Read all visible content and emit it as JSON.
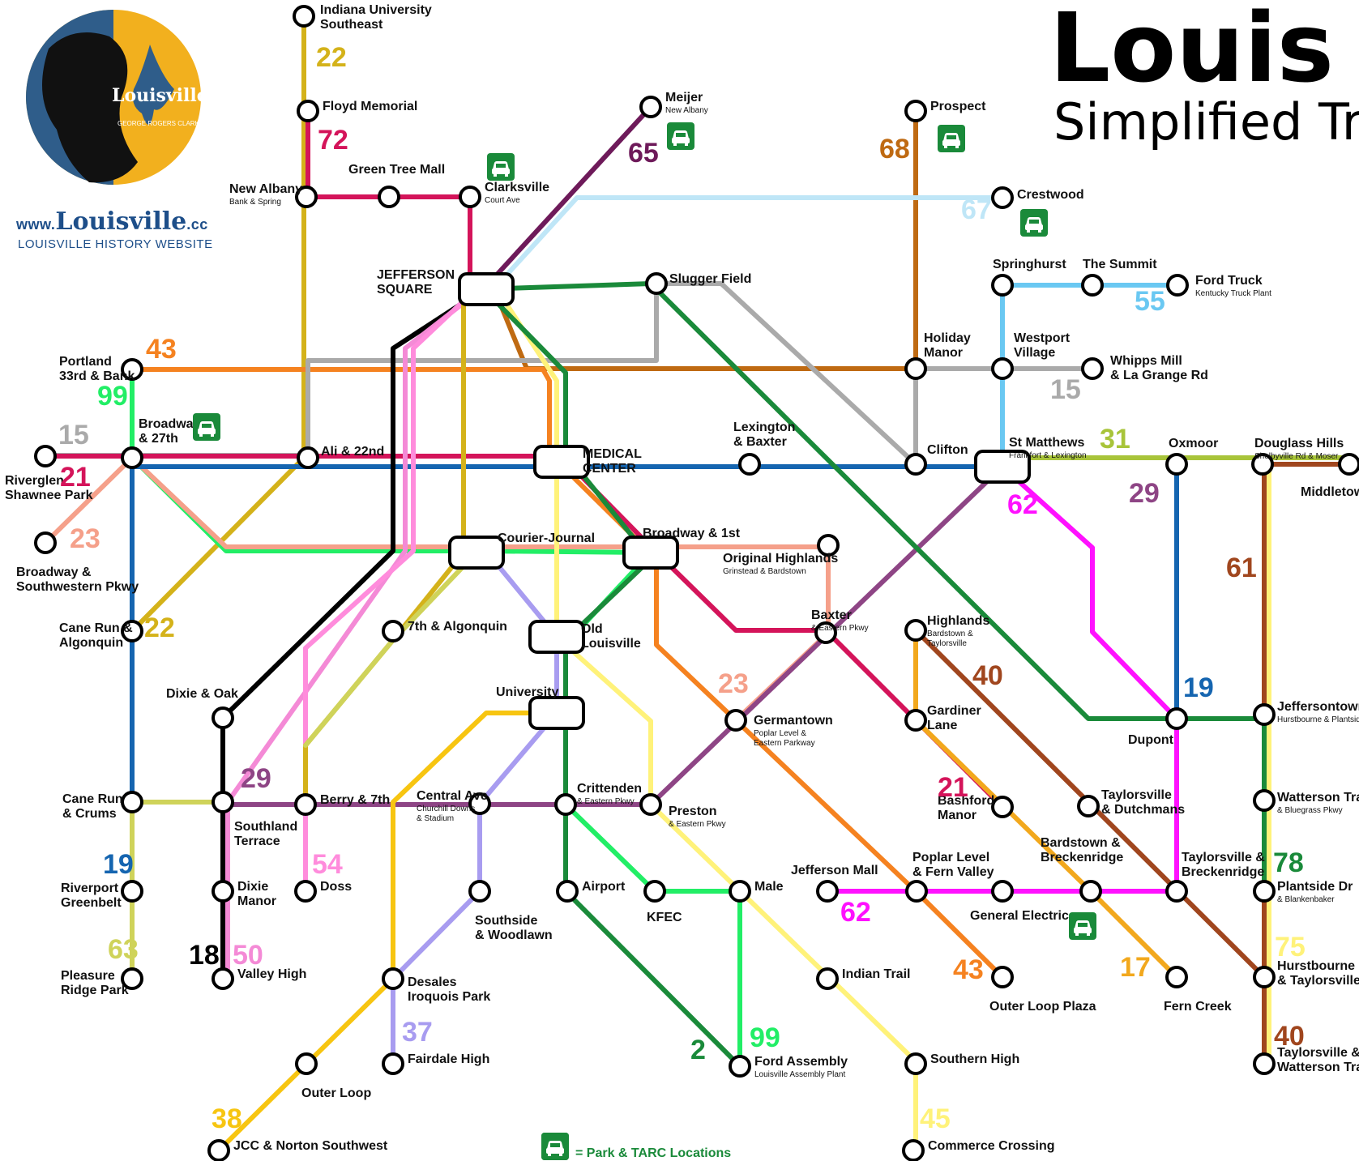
{
  "title": "Louis",
  "subtitle": "Simplified Tr",
  "legend_label": "= Park & TARC Locations",
  "branding": {
    "logo_text": "Louisville",
    "logo_caption": "GEORGE ROGERS CLARK",
    "site_prefix": "www.",
    "site_name": "Louisville",
    "site_suffix": ".cc",
    "site_sub": "LOUISVILLE HISTORY WEBSITE"
  },
  "colors": {
    "2": "#1a8a3a",
    "17": "#f2a81d",
    "18": "#000000",
    "19": "#1565b0",
    "21": "#d4145a",
    "22": "#d4b21a",
    "23": "#f5a08a",
    "29": "#8e4585",
    "31": "#a8c43a",
    "37": "#a89cf0",
    "38": "#f7c511",
    "40": "#a0461e",
    "43": "#f58220",
    "45": "#fff27a",
    "50": "#f48ad6",
    "54": "#ff8cdc",
    "55": "#6ac8f2",
    "61": "#a0461e",
    "62": "#ff11ff",
    "63": "#cfd35a",
    "65": "#6e1a5a",
    "67": "#bfe6f7",
    "68": "#bf6a12",
    "72": "#d4145a",
    "75": "#fff27a",
    "78": "#1a8a3a",
    "99": "#22ee66",
    "15": "#aaaaaa",
    "23b": "#f5a08a"
  },
  "stations": [
    {
      "id": "indiana-university-southeast",
      "lines": [
        "Indiana University",
        "Southeast"
      ],
      "sub": []
    },
    {
      "id": "floyd-memorial",
      "lines": [
        "Floyd Memorial"
      ],
      "sub": []
    },
    {
      "id": "new-albany",
      "lines": [
        "New Albany"
      ],
      "sub": [
        "Bank & Spring"
      ]
    },
    {
      "id": "green-tree-mall",
      "lines": [
        "Green Tree Mall"
      ],
      "sub": []
    },
    {
      "id": "clarksville",
      "lines": [
        "Clarksville"
      ],
      "sub": [
        "Court Ave"
      ]
    },
    {
      "id": "meijer",
      "lines": [
        "Meijer"
      ],
      "sub": [
        "New Albany"
      ]
    },
    {
      "id": "prospect",
      "lines": [
        "Prospect"
      ],
      "sub": []
    },
    {
      "id": "crestwood",
      "lines": [
        "Crestwood"
      ],
      "sub": []
    },
    {
      "id": "jefferson-square",
      "lines": [
        "JEFFERSON",
        "SQUARE"
      ],
      "sub": []
    },
    {
      "id": "slugger-field",
      "lines": [
        "Slugger Field"
      ],
      "sub": []
    },
    {
      "id": "springhurst",
      "lines": [
        "Springhurst"
      ],
      "sub": []
    },
    {
      "id": "the-summit",
      "lines": [
        "The Summit"
      ],
      "sub": []
    },
    {
      "id": "ford-truck",
      "lines": [
        "Ford Truck"
      ],
      "sub": [
        "Kentucky Truck Plant"
      ]
    },
    {
      "id": "portland",
      "lines": [
        "Portland",
        "33rd & Bank"
      ],
      "sub": []
    },
    {
      "id": "holiday-manor",
      "lines": [
        "Holiday",
        "Manor"
      ],
      "sub": []
    },
    {
      "id": "westport-village",
      "lines": [
        "Westport",
        "Village"
      ],
      "sub": []
    },
    {
      "id": "whipps-mill",
      "lines": [
        "Whipps Mill",
        "& La Grange Rd"
      ],
      "sub": []
    },
    {
      "id": "broadway-27th",
      "lines": [
        "Broadway",
        "& 27th"
      ],
      "sub": []
    },
    {
      "id": "riverglen",
      "lines": [
        "Riverglen",
        "Shawnee Park"
      ],
      "sub": []
    },
    {
      "id": "ali-22nd",
      "lines": [
        "Ali & 22nd"
      ],
      "sub": []
    },
    {
      "id": "medical-center",
      "lines": [
        "MEDICAL",
        "CENTER"
      ],
      "sub": []
    },
    {
      "id": "lexington-baxter",
      "lines": [
        "Lexington",
        "& Baxter"
      ],
      "sub": []
    },
    {
      "id": "clifton",
      "lines": [
        "Clifton"
      ],
      "sub": []
    },
    {
      "id": "st-matthews",
      "lines": [
        "St Matthews"
      ],
      "sub": [
        "Frankfort & Lexington"
      ]
    },
    {
      "id": "oxmoor",
      "lines": [
        "Oxmoor"
      ],
      "sub": []
    },
    {
      "id": "douglass-hills",
      "lines": [
        "Douglass Hills"
      ],
      "sub": [
        "Shelbyville Rd & Moser"
      ]
    },
    {
      "id": "middletown",
      "lines": [
        "Middletown"
      ],
      "sub": []
    },
    {
      "id": "broadway-southwestern",
      "lines": [
        "Broadway &",
        "Southwestern Pkwy"
      ],
      "sub": []
    },
    {
      "id": "courier-journal",
      "lines": [
        "Courier-Journal"
      ],
      "sub": []
    },
    {
      "id": "broadway-1st",
      "lines": [
        "Broadway & 1st"
      ],
      "sub": []
    },
    {
      "id": "original-highlands",
      "lines": [
        "Original Highlands"
      ],
      "sub": [
        "Grinstead & Bardstown"
      ]
    },
    {
      "id": "cane-run-algonquin",
      "lines": [
        "Cane Run &",
        "Algonquin"
      ],
      "sub": []
    },
    {
      "id": "7th-algonquin",
      "lines": [
        "7th & Algonquin"
      ],
      "sub": []
    },
    {
      "id": "old-louisville",
      "lines": [
        "Old",
        "Louisville"
      ],
      "sub": []
    },
    {
      "id": "highlands",
      "lines": [
        "Highlands"
      ],
      "sub": [
        "Bardstown &",
        "Taylorsville"
      ]
    },
    {
      "id": "baxter",
      "lines": [
        "Baxter"
      ],
      "sub": [
        "& Eastern Pkwy"
      ]
    },
    {
      "id": "dixie-oak",
      "lines": [
        "Dixie & Oak"
      ],
      "sub": []
    },
    {
      "id": "university",
      "lines": [
        "University"
      ],
      "sub": []
    },
    {
      "id": "germantown",
      "lines": [
        "Germantown"
      ],
      "sub": [
        "Poplar Level &",
        "Eastern Parkway"
      ]
    },
    {
      "id": "gardiner-lane",
      "lines": [
        "Gardiner",
        "Lane"
      ],
      "sub": []
    },
    {
      "id": "dupont",
      "lines": [
        "Dupont"
      ],
      "sub": []
    },
    {
      "id": "jeffersontown",
      "lines": [
        "Jeffersontown"
      ],
      "sub": [
        "Hurstbourne & Plantside"
      ]
    },
    {
      "id": "crittenden",
      "lines": [
        "Crittenden"
      ],
      "sub": [
        "& Eastern Pkwy"
      ]
    },
    {
      "id": "cane-run-crums",
      "lines": [
        "Cane Run",
        "& Crums"
      ],
      "sub": []
    },
    {
      "id": "southland-terrace",
      "lines": [
        "Southland",
        "Terrace"
      ],
      "sub": []
    },
    {
      "id": "berry-7th",
      "lines": [
        "Berry & 7th"
      ],
      "sub": []
    },
    {
      "id": "central-ave",
      "lines": [
        "Central Ave"
      ],
      "sub": [
        "Churchill Downs",
        "& Stadium"
      ]
    },
    {
      "id": "preston",
      "lines": [
        "Preston"
      ],
      "sub": [
        "& Eastern Pkwy"
      ]
    },
    {
      "id": "bashford-manor",
      "lines": [
        "Bashford",
        "Manor"
      ],
      "sub": []
    },
    {
      "id": "taylorsville-dutchmans",
      "lines": [
        "Taylorsville",
        "& Dutchmans"
      ],
      "sub": []
    },
    {
      "id": "watterson-trail",
      "lines": [
        "Watterson Trail"
      ],
      "sub": [
        "& Bluegrass Pkwy"
      ]
    },
    {
      "id": "riverport-greenbelt",
      "lines": [
        "Riverport",
        "Greenbelt"
      ],
      "sub": []
    },
    {
      "id": "dixie-manor",
      "lines": [
        "Dixie",
        "Manor"
      ],
      "sub": []
    },
    {
      "id": "doss",
      "lines": [
        "Doss"
      ],
      "sub": []
    },
    {
      "id": "southside-woodlawn",
      "lines": [
        "Southside",
        "& Woodlawn"
      ],
      "sub": []
    },
    {
      "id": "airport",
      "lines": [
        "Airport"
      ],
      "sub": []
    },
    {
      "id": "kfec",
      "lines": [
        "KFEC"
      ],
      "sub": []
    },
    {
      "id": "male",
      "lines": [
        "Male"
      ],
      "sub": []
    },
    {
      "id": "jefferson-mall",
      "lines": [
        "Jefferson Mall"
      ],
      "sub": []
    },
    {
      "id": "poplar-level-fern-valley",
      "lines": [
        "Poplar Level",
        "& Fern Valley"
      ],
      "sub": []
    },
    {
      "id": "general-electric",
      "lines": [
        "General Electric"
      ],
      "sub": []
    },
    {
      "id": "bardstown-breckenridge",
      "lines": [
        "Bardstown &",
        "Breckenridge"
      ],
      "sub": []
    },
    {
      "id": "taylorsville-breckenridge",
      "lines": [
        "Taylorsville &",
        "Breckenridge"
      ],
      "sub": []
    },
    {
      "id": "plantside-dr",
      "lines": [
        "Plantside Dr"
      ],
      "sub": [
        "& Blankenbaker"
      ]
    },
    {
      "id": "pleasure-ridge-park",
      "lines": [
        "Pleasure",
        "Ridge Park"
      ],
      "sub": []
    },
    {
      "id": "valley-high",
      "lines": [
        "Valley High"
      ],
      "sub": []
    },
    {
      "id": "desales",
      "lines": [
        "Desales",
        "Iroquois Park"
      ],
      "sub": []
    },
    {
      "id": "indian-trail",
      "lines": [
        "Indian Trail"
      ],
      "sub": []
    },
    {
      "id": "outer-loop-plaza",
      "lines": [
        "Outer Loop Plaza"
      ],
      "sub": []
    },
    {
      "id": "fern-creek",
      "lines": [
        "Fern Creek"
      ],
      "sub": []
    },
    {
      "id": "hurstbourne-taylorsville",
      "lines": [
        "Hurstbourne",
        "& Taylorsville"
      ],
      "sub": []
    },
    {
      "id": "outer-loop",
      "lines": [
        "Outer Loop"
      ],
      "sub": []
    },
    {
      "id": "fairdale-high",
      "lines": [
        "Fairdale High"
      ],
      "sub": []
    },
    {
      "id": "ford-assembly",
      "lines": [
        "Ford Assembly"
      ],
      "sub": [
        "Louisville Assembly Plant"
      ]
    },
    {
      "id": "southern-high",
      "lines": [
        "Southern High"
      ],
      "sub": []
    },
    {
      "id": "taylorsville-watterson",
      "lines": [
        "Taylorsville &",
        "Watterson Trail"
      ],
      "sub": []
    },
    {
      "id": "jcc-norton",
      "lines": [
        "JCC & Norton Southwest"
      ],
      "sub": []
    },
    {
      "id": "commerce-crossing",
      "lines": [
        "Commerce Crossing"
      ],
      "sub": []
    }
  ],
  "route_labels": [
    {
      "text": "22",
      "color": "22"
    },
    {
      "text": "72",
      "color": "72"
    },
    {
      "text": "65",
      "color": "65"
    },
    {
      "text": "68",
      "color": "68"
    },
    {
      "text": "67",
      "color": "67"
    },
    {
      "text": "55",
      "color": "55"
    },
    {
      "text": "43",
      "color": "43"
    },
    {
      "text": "99",
      "color": "99"
    },
    {
      "text": "15",
      "color": "15"
    },
    {
      "text": "15",
      "color": "15"
    },
    {
      "text": "31",
      "color": "31"
    },
    {
      "text": "21",
      "color": "21"
    },
    {
      "text": "23",
      "color": "23"
    },
    {
      "text": "62",
      "color": "62"
    },
    {
      "text": "29",
      "color": "29"
    },
    {
      "text": "61",
      "color": "61"
    },
    {
      "text": "22",
      "color": "22"
    },
    {
      "text": "23",
      "color": "23"
    },
    {
      "text": "40",
      "color": "40"
    },
    {
      "text": "19",
      "color": "19"
    },
    {
      "text": "29",
      "color": "29"
    },
    {
      "text": "21",
      "color": "21"
    },
    {
      "text": "19",
      "color": "19"
    },
    {
      "text": "54",
      "color": "54"
    },
    {
      "text": "62",
      "color": "62"
    },
    {
      "text": "78",
      "color": "78"
    },
    {
      "text": "63",
      "color": "63"
    },
    {
      "text": "18",
      "color": "18"
    },
    {
      "text": "50",
      "color": "50"
    },
    {
      "text": "43",
      "color": "43"
    },
    {
      "text": "17",
      "color": "17"
    },
    {
      "text": "75",
      "color": "75"
    },
    {
      "text": "37",
      "color": "37"
    },
    {
      "text": "2",
      "color": "2"
    },
    {
      "text": "99",
      "color": "99"
    },
    {
      "text": "40",
      "color": "40"
    },
    {
      "text": "38",
      "color": "38"
    },
    {
      "text": "45",
      "color": "45"
    }
  ],
  "park_and_tarc_count": 7
}
